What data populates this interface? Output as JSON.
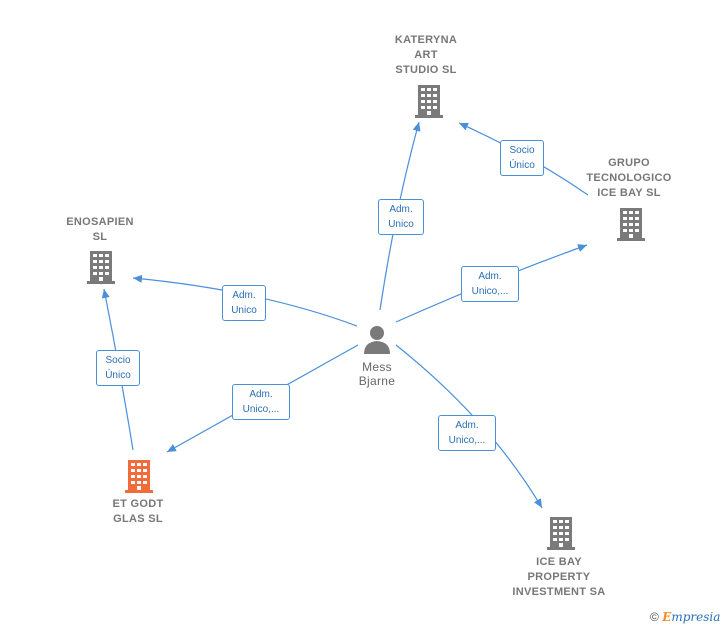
{
  "colors": {
    "edge": "#4a90d9",
    "company": "#7a7a7a",
    "highlight": "#f26b3a",
    "person": "#7a7a7a"
  },
  "nodes": {
    "person": {
      "label": "Mess\nBjarne",
      "icon": "person-icon"
    },
    "kateryna": {
      "label": "KATERYNA\nART\nSTUDIO  SL",
      "icon": "building-icon"
    },
    "grupo": {
      "label": "GRUPO\nTECNOLOGICO\nICE BAY  SL",
      "icon": "building-icon"
    },
    "enosapien": {
      "label": "ENOSAPIEN\nSL",
      "icon": "building-icon"
    },
    "etgodt": {
      "label": "ET GODT\nGLAS  SL",
      "icon": "building-icon"
    },
    "icebay": {
      "label": "ICE BAY\nPROPERTY\nINVESTMENT SA",
      "icon": "building-icon"
    }
  },
  "edges": {
    "person_kateryna": "Adm.\nUnico",
    "grupo_kateryna": "Socio\nÚnico",
    "person_grupo": "Adm.\nUnico,...",
    "person_enosapien": "Adm.\nUnico",
    "etgodt_enosapien": "Socio\nÚnico",
    "person_etgodt": "Adm.\nUnico,...",
    "person_icebay": "Adm.\nUnico,..."
  },
  "footer": {
    "copyright": "©",
    "brand_initial": "E",
    "brand_rest": "mpresia"
  }
}
